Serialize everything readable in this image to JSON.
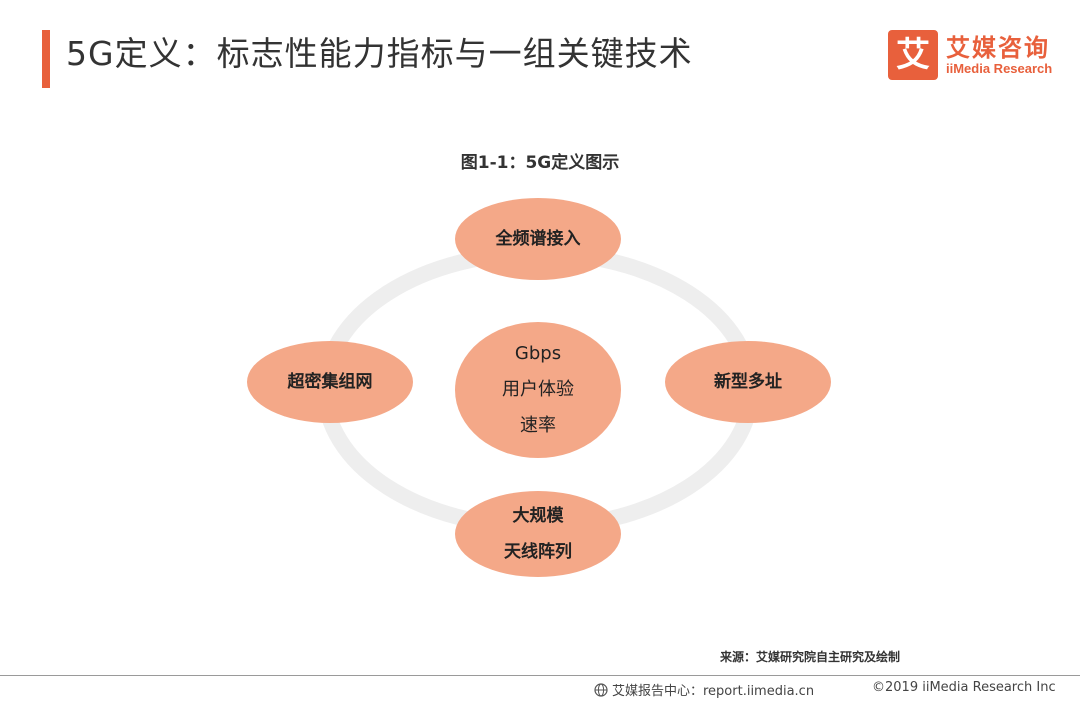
{
  "header": {
    "title": "5G定义：标志性能力指标与一组关键技术",
    "accent_color": "#e8603c"
  },
  "logo": {
    "mark": "艾",
    "cn": "艾媒咨询",
    "en": "iiMedia Research"
  },
  "figure": {
    "title": "图1-1：5G定义图示",
    "center": {
      "line1": "Gbps",
      "line2": "用户体验",
      "line3": "速率"
    },
    "nodes": {
      "top": {
        "line1": "全频谱接入"
      },
      "right": {
        "line1": "新型多址"
      },
      "left": {
        "line1": "超密集组网"
      },
      "bottom": {
        "line1": "大规模",
        "line2": "天线阵列"
      }
    },
    "colors": {
      "node_fill": "#f4a888",
      "ring": "#eeeeee"
    }
  },
  "source": "来源：艾媒研究院自主研究及绘制",
  "footer": {
    "left": "艾媒报告中心：report.iimedia.cn",
    "right": "©2019  iiMedia Research  Inc"
  }
}
